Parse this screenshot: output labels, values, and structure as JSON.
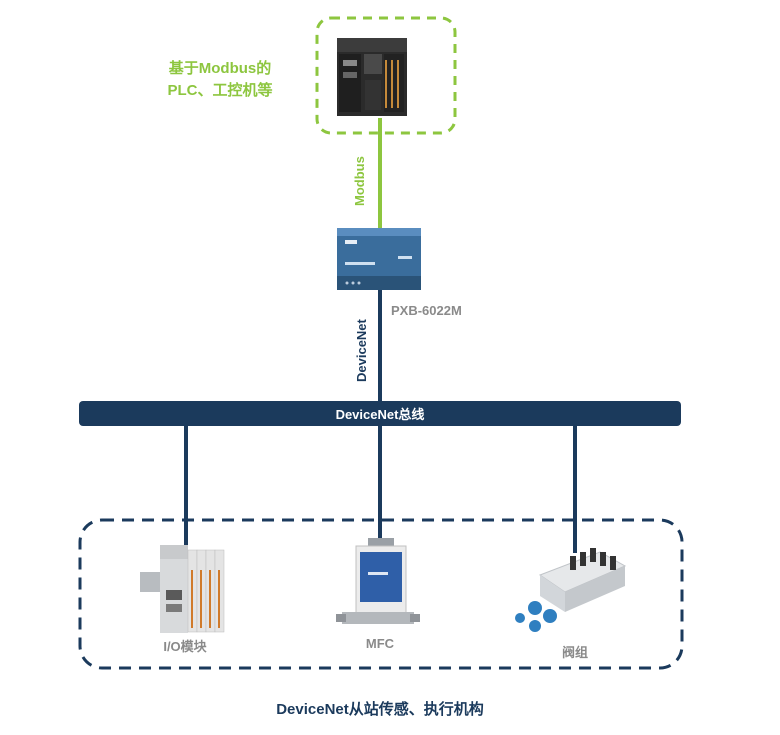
{
  "top_label": {
    "line1": "基于Modbus的",
    "line2": "PLC、工控机等"
  },
  "modbus_label": "Modbus",
  "gateway_label": "PXB-6022M",
  "devicenet_vertical_label": "DeviceNet",
  "bus_label": "DeviceNet总线",
  "devices": [
    {
      "label": "I/O模块"
    },
    {
      "label": "MFC"
    },
    {
      "label": "阀组"
    }
  ],
  "bottom_caption": "DeviceNet从站传感、执行机构",
  "colors": {
    "green": "#8dc63f",
    "navy": "#1b3a5c",
    "gray": "#8a8a8a"
  }
}
